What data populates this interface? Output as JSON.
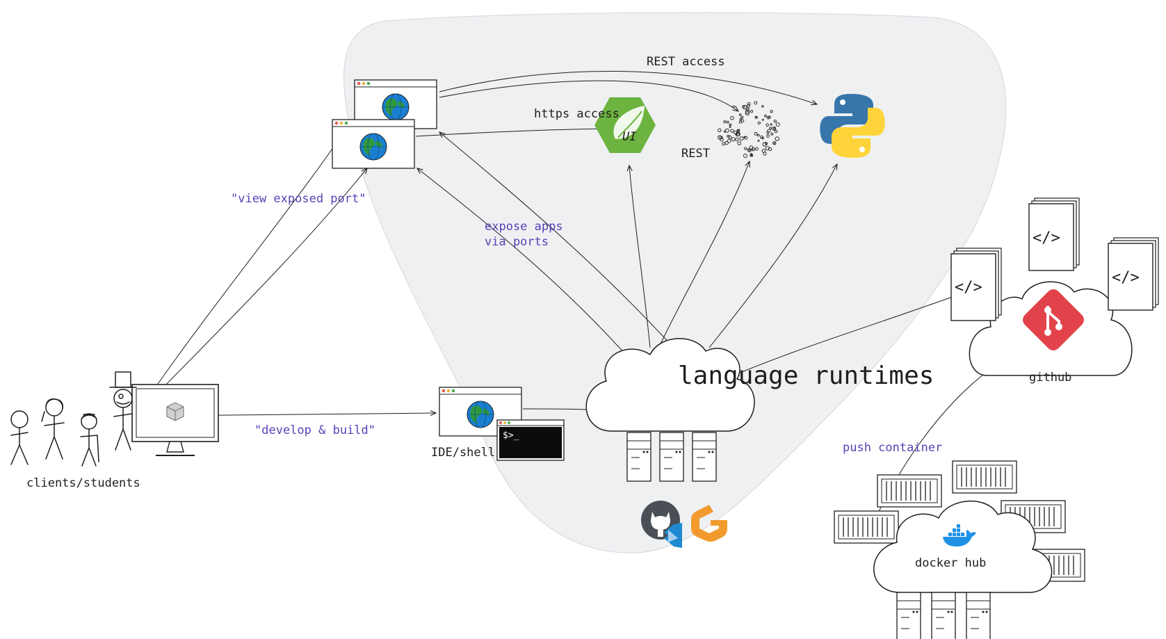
{
  "labels": {
    "rest_access": "REST access",
    "https_access": "https access",
    "rest": "REST",
    "ui": "UI",
    "view_exposed_port": "\"view exposed port\"",
    "expose_apps_line1": "expose apps",
    "expose_apps_line2": "via ports",
    "develop_build": "\"develop & build\"",
    "ide_shell": "IDE/shell",
    "terminal_prompt": "$>_",
    "language_runtimes": "language runtimes",
    "clients_students": "clients/students",
    "github": "github",
    "push_container": "push container",
    "docker_hub": "docker hub",
    "code_glyph": "</>"
  },
  "colors": {
    "region_fill": "#eef0f2",
    "annotation_purple": "#5b3fb5",
    "spring_green": "#6db33f",
    "python_blue": "#3776ab",
    "python_yellow": "#ffd43b",
    "git_red": "#e2434b",
    "docker_blue": "#1d91e6",
    "globe_blue": "#1a7fd1",
    "globe_green": "#2f9a3b",
    "browser_dot_red": "#e05a4e",
    "browser_dot_yellow": "#e8b341",
    "browser_dot_green": "#4cae4f",
    "gitpod_orange": "#f29a2e",
    "vscode_blue": "#1f8ad2"
  },
  "icons": [
    "browser-window-icon",
    "globe-icon",
    "spring-boot-icon",
    "quarkus-dots-icon",
    "python-logo-icon",
    "cloud-icon",
    "server-icon",
    "monitor-icon",
    "terminal-icon",
    "git-logo-icon",
    "code-file-icon",
    "docker-whale-icon",
    "container-icon",
    "github-cat-icon",
    "vscode-icon",
    "gitpod-icon",
    "stick-figure-icon"
  ]
}
